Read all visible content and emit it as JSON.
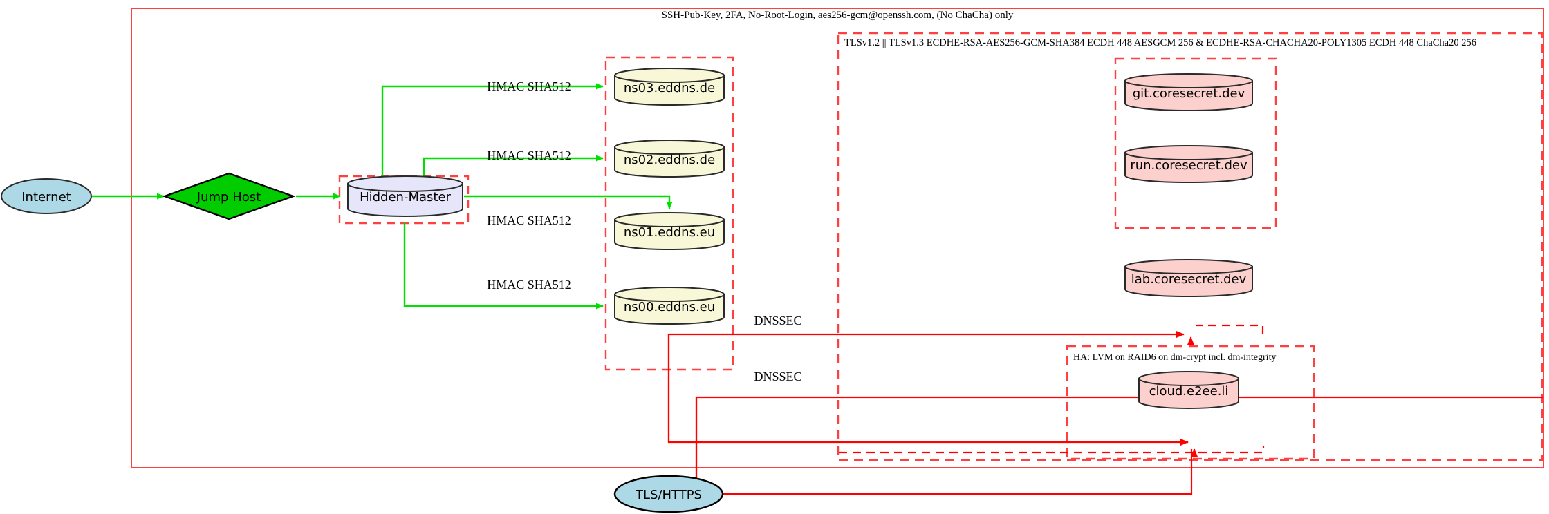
{
  "diagram": {
    "title_top": "SSH-Pub-Key, 2FA, No-Root-Login, aes256-gcm@openssh.com, (No ChaCha) only",
    "cluster_tls_label": "TLSv1.2 || TLSv1.3 ECDHE-RSA-AES256-GCM-SHA384 ECDH 448 AESGCM 256 & ECDHE-RSA-CHACHA20-POLY1305 ECDH 448 ChaCha20 256",
    "cluster_ha_label": "HA: LVM on RAID6 on dm-crypt incl. dm-integrity"
  },
  "nodes": {
    "internet": "Internet",
    "jump_host": "Jump Host",
    "hidden_master": "Hidden-Master",
    "ns03": "ns03.eddns.de",
    "ns02": "ns02.eddns.de",
    "ns01": "ns01.eddns.eu",
    "ns00": "ns00.eddns.eu",
    "git": "git.coresecret.dev",
    "run": "run.coresecret.dev",
    "lab": "lab.coresecret.dev",
    "cloud": "cloud.e2ee.li",
    "tls_https": "TLS/HTTPS"
  },
  "edges": {
    "hmac_ns03": "HMAC SHA512",
    "hmac_ns02": "HMAC SHA512",
    "hmac_ns01": "HMAC SHA512",
    "hmac_ns00": "HMAC SHA512",
    "dnssec_upper": "DNSSEC",
    "dnssec_lower": "DNSSEC"
  },
  "colors": {
    "edge_green": "#00e000",
    "edge_red": "#ff0000",
    "cluster_red": "#ff4040",
    "node_blue_fill": "#add8e6",
    "node_green_fill": "#00cc00",
    "node_lavender_fill": "#e6e6fa",
    "node_ivory_fill": "#f5f5dc",
    "node_pink_fill": "#fcd0cd",
    "stroke_dark": "#2a2a2a"
  }
}
